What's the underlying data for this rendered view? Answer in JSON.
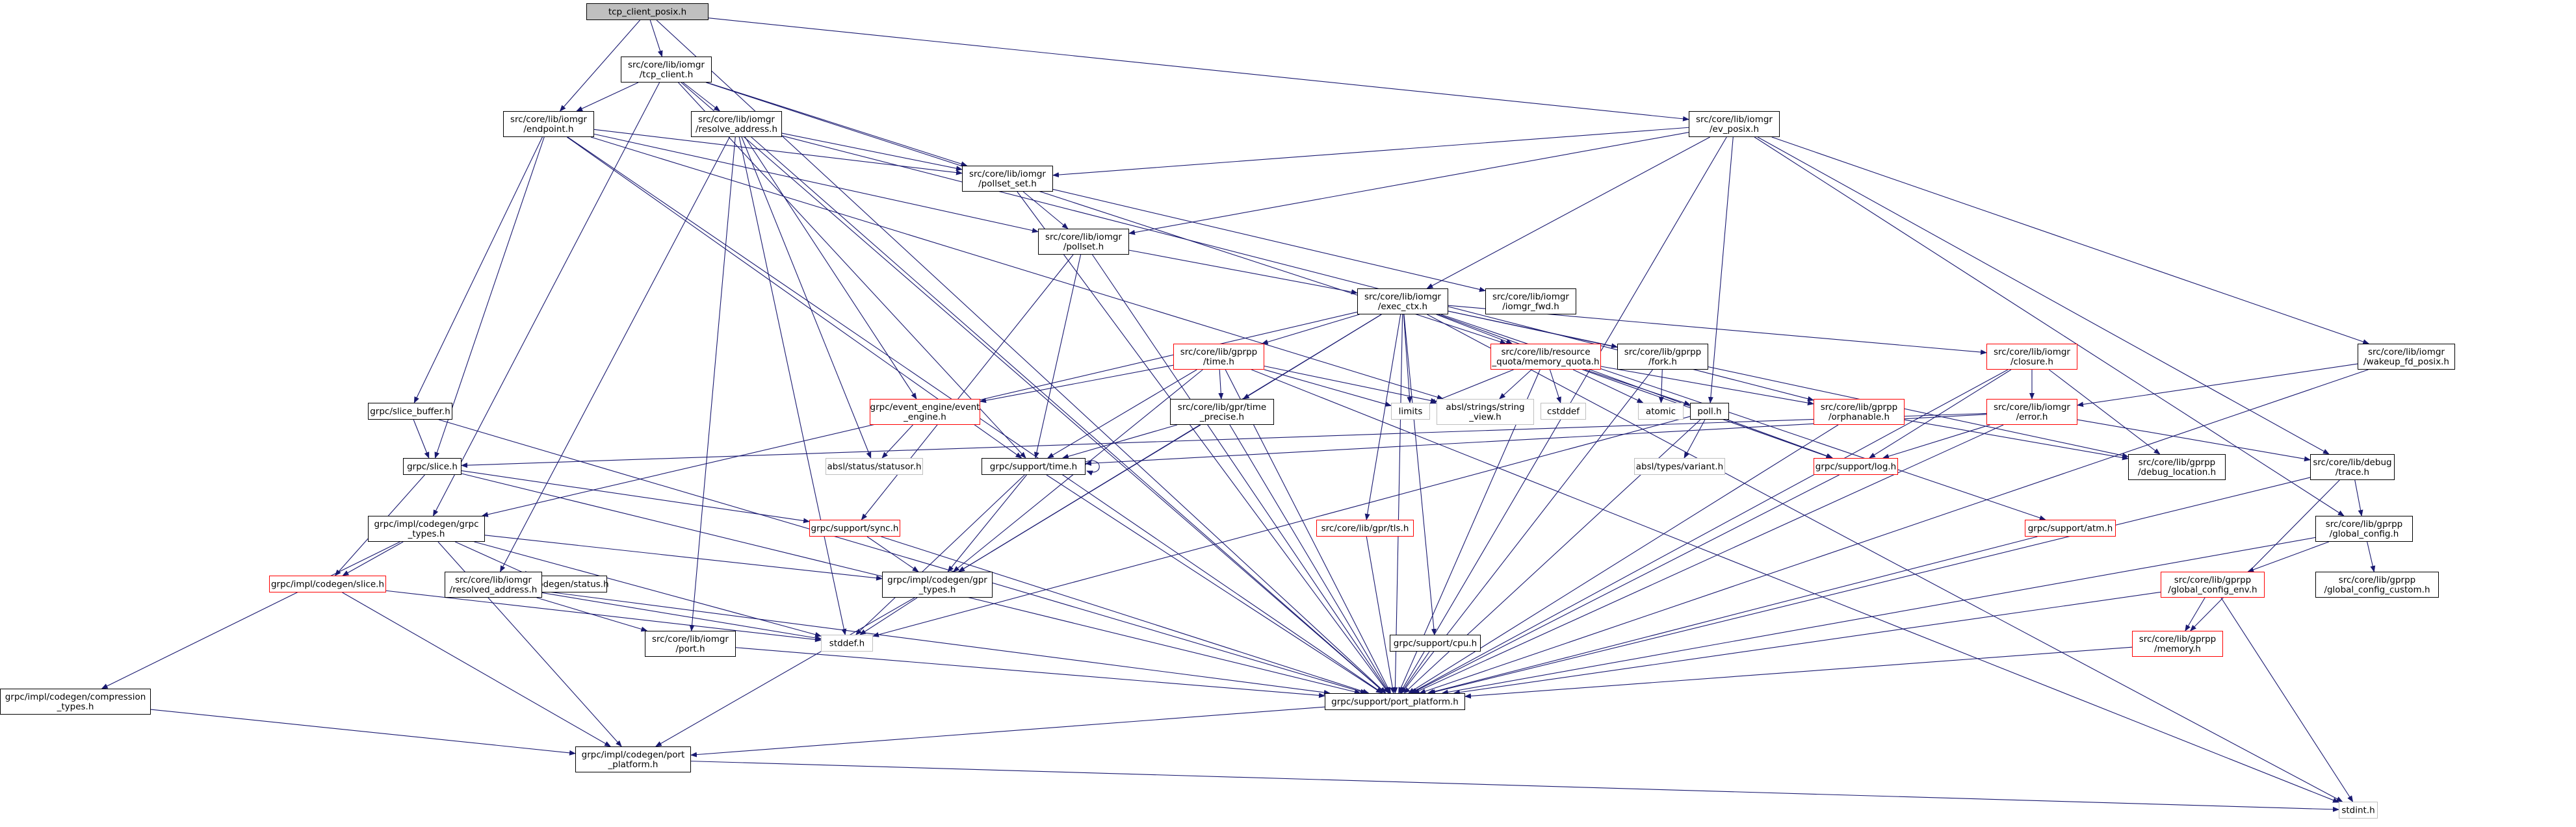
{
  "nodes": [
    {
      "id": "tcp_client_posix",
      "lines": [
        "tcp_client_posix.h"
      ],
      "style": "root"
    },
    {
      "id": "tcp_client",
      "lines": [
        "src/core/lib/iomgr",
        "/tcp_client.h"
      ],
      "style": "normal"
    },
    {
      "id": "endpoint",
      "lines": [
        "src/core/lib/iomgr",
        "/endpoint.h"
      ],
      "style": "normal"
    },
    {
      "id": "resolve_address",
      "lines": [
        "src/core/lib/iomgr",
        "/resolve_address.h"
      ],
      "style": "normal"
    },
    {
      "id": "ev_posix",
      "lines": [
        "src/core/lib/iomgr",
        "/ev_posix.h"
      ],
      "style": "normal"
    },
    {
      "id": "pollset_set",
      "lines": [
        "src/core/lib/iomgr",
        "/pollset_set.h"
      ],
      "style": "normal"
    },
    {
      "id": "pollset",
      "lines": [
        "src/core/lib/iomgr",
        "/pollset.h"
      ],
      "style": "normal"
    },
    {
      "id": "exec_ctx",
      "lines": [
        "src/core/lib/iomgr",
        "/exec_ctx.h"
      ],
      "style": "normal"
    },
    {
      "id": "iomgr_fwd",
      "lines": [
        "src/core/lib/iomgr",
        "/iomgr_fwd.h"
      ],
      "style": "normal"
    },
    {
      "id": "wakeup_fd_posix",
      "lines": [
        "src/core/lib/iomgr",
        "/wakeup_fd_posix.h"
      ],
      "style": "normal"
    },
    {
      "id": "gprpp_time",
      "lines": [
        "src/core/lib/gprpp",
        "/time.h"
      ],
      "style": "red"
    },
    {
      "id": "memory_quota",
      "lines": [
        "src/core/lib/resource",
        "_quota/memory_quota.h"
      ],
      "style": "red"
    },
    {
      "id": "gprpp_fork",
      "lines": [
        "src/core/lib/gprpp",
        "/fork.h"
      ],
      "style": "normal"
    },
    {
      "id": "closure",
      "lines": [
        "src/core/lib/iomgr",
        "/closure.h"
      ],
      "style": "red"
    },
    {
      "id": "event_engine",
      "lines": [
        "grpc/event_engine/event",
        "_engine.h"
      ],
      "style": "red"
    },
    {
      "id": "time_precise",
      "lines": [
        "src/core/lib/gpr/time",
        "_precise.h"
      ],
      "style": "normal"
    },
    {
      "id": "limits",
      "lines": [
        "limits"
      ],
      "style": "gray"
    },
    {
      "id": "string_view",
      "lines": [
        "absl/strings/string",
        "_view.h"
      ],
      "style": "gray"
    },
    {
      "id": "cstddef",
      "lines": [
        "cstddef"
      ],
      "style": "gray"
    },
    {
      "id": "atomic",
      "lines": [
        "atomic"
      ],
      "style": "gray"
    },
    {
      "id": "poll",
      "lines": [
        "poll.h"
      ],
      "style": "normal"
    },
    {
      "id": "orphanable",
      "lines": [
        "src/core/lib/gprpp",
        "/orphanable.h"
      ],
      "style": "red"
    },
    {
      "id": "iomgr_error",
      "lines": [
        "src/core/lib/iomgr",
        "/error.h"
      ],
      "style": "red"
    },
    {
      "id": "slice_buffer",
      "lines": [
        "grpc/slice_buffer.h"
      ],
      "style": "normal"
    },
    {
      "id": "slice",
      "lines": [
        "grpc/slice.h"
      ],
      "style": "normal"
    },
    {
      "id": "statusor",
      "lines": [
        "absl/status/statusor.h"
      ],
      "style": "gray"
    },
    {
      "id": "support_time",
      "lines": [
        "grpc/support/time.h"
      ],
      "style": "normal"
    },
    {
      "id": "variant",
      "lines": [
        "absl/types/variant.h"
      ],
      "style": "gray"
    },
    {
      "id": "support_log",
      "lines": [
        "grpc/support/log.h"
      ],
      "style": "red"
    },
    {
      "id": "debug_location",
      "lines": [
        "src/core/lib/gprpp",
        "/debug_location.h"
      ],
      "style": "normal"
    },
    {
      "id": "debug_trace",
      "lines": [
        "src/core/lib/debug",
        "/trace.h"
      ],
      "style": "normal"
    },
    {
      "id": "grpc_types",
      "lines": [
        "grpc/impl/codegen/grpc",
        "_types.h"
      ],
      "style": "normal"
    },
    {
      "id": "support_sync",
      "lines": [
        "grpc/support/sync.h"
      ],
      "style": "red"
    },
    {
      "id": "gpr_tls",
      "lines": [
        "src/core/lib/gpr/tls.h"
      ],
      "style": "red"
    },
    {
      "id": "support_atm",
      "lines": [
        "grpc/support/atm.h"
      ],
      "style": "red"
    },
    {
      "id": "global_config",
      "lines": [
        "src/core/lib/gprpp",
        "/global_config.h"
      ],
      "style": "normal"
    },
    {
      "id": "codegen_slice",
      "lines": [
        "grpc/impl/codegen/slice.h"
      ],
      "style": "red"
    },
    {
      "id": "codegen_status",
      "lines": [
        "grpc/impl/codegen/status.h"
      ],
      "style": "normal"
    },
    {
      "id": "resolved_address",
      "lines": [
        "src/core/lib/iomgr",
        "/resolved_address.h"
      ],
      "style": "normal"
    },
    {
      "id": "gpr_types",
      "lines": [
        "grpc/impl/codegen/gpr",
        "_types.h"
      ],
      "style": "normal"
    },
    {
      "id": "global_config_env",
      "lines": [
        "src/core/lib/gprpp",
        "/global_config_env.h"
      ],
      "style": "red"
    },
    {
      "id": "global_config_custom",
      "lines": [
        "src/core/lib/gprpp",
        "/global_config_custom.h"
      ],
      "style": "normal"
    },
    {
      "id": "iomgr_port",
      "lines": [
        "src/core/lib/iomgr",
        "/port.h"
      ],
      "style": "normal"
    },
    {
      "id": "stddef",
      "lines": [
        "stddef.h"
      ],
      "style": "gray"
    },
    {
      "id": "support_cpu",
      "lines": [
        "grpc/support/cpu.h"
      ],
      "style": "normal"
    },
    {
      "id": "gprpp_memory",
      "lines": [
        "src/core/lib/gprpp",
        "/memory.h"
      ],
      "style": "red"
    },
    {
      "id": "compression_types",
      "lines": [
        "grpc/impl/codegen/compression",
        "_types.h"
      ],
      "style": "normal"
    },
    {
      "id": "port_platform",
      "lines": [
        "grpc/support/port_platform.h"
      ],
      "style": "normal"
    },
    {
      "id": "codegen_port_platform",
      "lines": [
        "grpc/impl/codegen/port",
        "_platform.h"
      ],
      "style": "normal"
    },
    {
      "id": "stdint",
      "lines": [
        "stdint.h"
      ],
      "style": "gray"
    }
  ],
  "edges": [
    [
      "tcp_client_posix",
      "tcp_client"
    ],
    [
      "tcp_client_posix",
      "endpoint"
    ],
    [
      "tcp_client_posix",
      "ev_posix"
    ],
    [
      "tcp_client_posix",
      "port_platform"
    ],
    [
      "tcp_client",
      "endpoint"
    ],
    [
      "tcp_client",
      "resolve_address"
    ],
    [
      "tcp_client",
      "pollset_set"
    ],
    [
      "tcp_client",
      "port_platform"
    ],
    [
      "tcp_client",
      "support_time"
    ],
    [
      "tcp_client",
      "memory_quota"
    ],
    [
      "tcp_client",
      "grpc_types"
    ],
    [
      "endpoint",
      "slice_buffer"
    ],
    [
      "endpoint",
      "slice"
    ],
    [
      "endpoint",
      "pollset"
    ],
    [
      "endpoint",
      "pollset_set"
    ],
    [
      "endpoint",
      "port_platform"
    ],
    [
      "endpoint",
      "support_time"
    ],
    [
      "endpoint",
      "string_view"
    ],
    [
      "resolve_address",
      "pollset_set"
    ],
    [
      "resolve_address",
      "event_engine"
    ],
    [
      "resolve_address",
      "statusor"
    ],
    [
      "resolve_address",
      "resolved_address"
    ],
    [
      "resolve_address",
      "iomgr_port"
    ],
    [
      "resolve_address",
      "stddef"
    ],
    [
      "resolve_address",
      "port_platform"
    ],
    [
      "resolve_address",
      "orphanable"
    ],
    [
      "ev_posix",
      "pollset_set"
    ],
    [
      "ev_posix",
      "pollset"
    ],
    [
      "ev_posix",
      "exec_ctx"
    ],
    [
      "ev_posix",
      "poll"
    ],
    [
      "ev_posix",
      "wakeup_fd_posix"
    ],
    [
      "ev_posix",
      "debug_trace"
    ],
    [
      "ev_posix",
      "global_config"
    ],
    [
      "ev_posix",
      "port_platform"
    ],
    [
      "pollset_set",
      "pollset"
    ],
    [
      "pollset_set",
      "iomgr_fwd"
    ],
    [
      "pollset_set",
      "port_platform"
    ],
    [
      "pollset",
      "exec_ctx"
    ],
    [
      "pollset",
      "support_sync"
    ],
    [
      "pollset",
      "support_time"
    ],
    [
      "pollset",
      "port_platform"
    ],
    [
      "exec_ctx",
      "gprpp_time"
    ],
    [
      "exec_ctx",
      "memory_quota"
    ],
    [
      "exec_ctx",
      "gprpp_fork"
    ],
    [
      "exec_ctx",
      "closure"
    ],
    [
      "exec_ctx",
      "time_precise"
    ],
    [
      "exec_ctx",
      "limits"
    ],
    [
      "exec_ctx",
      "gpr_tls"
    ],
    [
      "exec_ctx",
      "support_cpu"
    ],
    [
      "exec_ctx",
      "grpc_types"
    ],
    [
      "exec_ctx",
      "support_atm"
    ],
    [
      "exec_ctx",
      "support_log"
    ],
    [
      "exec_ctx",
      "debug_location"
    ],
    [
      "exec_ctx",
      "port_platform"
    ],
    [
      "exec_ctx",
      "gpr_types"
    ],
    [
      "exec_ctx",
      "stdint"
    ],
    [
      "wakeup_fd_posix",
      "iomgr_error"
    ],
    [
      "wakeup_fd_posix",
      "port_platform"
    ],
    [
      "gprpp_time",
      "support_time"
    ],
    [
      "gprpp_time",
      "event_engine"
    ],
    [
      "gprpp_time",
      "limits"
    ],
    [
      "gprpp_time",
      "string_view"
    ],
    [
      "gprpp_time",
      "time_precise"
    ],
    [
      "gprpp_time",
      "gpr_types"
    ],
    [
      "gprpp_time",
      "port_platform"
    ],
    [
      "gprpp_time",
      "stdint"
    ],
    [
      "memory_quota",
      "limits"
    ],
    [
      "memory_quota",
      "string_view"
    ],
    [
      "memory_quota",
      "cstddef"
    ],
    [
      "memory_quota",
      "atomic"
    ],
    [
      "memory_quota",
      "poll"
    ],
    [
      "memory_quota",
      "orphanable"
    ],
    [
      "memory_quota",
      "support_log"
    ],
    [
      "memory_quota",
      "port_platform"
    ],
    [
      "gprpp_fork",
      "atomic"
    ],
    [
      "gprpp_fork",
      "port_platform"
    ],
    [
      "closure",
      "iomgr_error"
    ],
    [
      "closure",
      "support_log"
    ],
    [
      "closure",
      "debug_location"
    ],
    [
      "closure",
      "port_platform"
    ],
    [
      "event_engine",
      "statusor"
    ],
    [
      "time_precise",
      "support_time"
    ],
    [
      "time_precise",
      "gpr_types"
    ],
    [
      "time_precise",
      "port_platform"
    ],
    [
      "poll",
      "variant"
    ],
    [
      "poll",
      "stddef"
    ],
    [
      "poll",
      "port_platform"
    ],
    [
      "orphanable",
      "debug_location"
    ],
    [
      "orphanable",
      "port_platform"
    ],
    [
      "iomgr_error",
      "slice"
    ],
    [
      "iomgr_error",
      "support_time"
    ],
    [
      "iomgr_error",
      "support_log"
    ],
    [
      "iomgr_error",
      "debug_trace"
    ],
    [
      "iomgr_error",
      "port_platform"
    ],
    [
      "slice_buffer",
      "slice"
    ],
    [
      "slice_buffer",
      "port_platform"
    ],
    [
      "slice",
      "support_sync"
    ],
    [
      "slice",
      "codegen_slice"
    ],
    [
      "slice",
      "port_platform"
    ],
    [
      "support_time",
      "support_time"
    ],
    [
      "support_time",
      "gpr_types"
    ],
    [
      "support_time",
      "stddef"
    ],
    [
      "support_time",
      "port_platform"
    ],
    [
      "support_log",
      "port_platform"
    ],
    [
      "debug_trace",
      "global_config"
    ],
    [
      "debug_trace",
      "gprpp_memory"
    ],
    [
      "debug_trace",
      "port_platform"
    ],
    [
      "grpc_types",
      "codegen_slice"
    ],
    [
      "grpc_types",
      "codegen_status"
    ],
    [
      "grpc_types",
      "gpr_types"
    ],
    [
      "grpc_types",
      "compression_types"
    ],
    [
      "grpc_types",
      "stddef"
    ],
    [
      "grpc_types",
      "codegen_port_platform"
    ],
    [
      "support_sync",
      "gpr_types"
    ],
    [
      "support_sync",
      "port_platform"
    ],
    [
      "gpr_tls",
      "port_platform"
    ],
    [
      "support_atm",
      "port_platform"
    ],
    [
      "global_config",
      "global_config_env"
    ],
    [
      "global_config",
      "global_config_custom"
    ],
    [
      "global_config",
      "port_platform"
    ],
    [
      "codegen_slice",
      "stddef"
    ],
    [
      "codegen_slice",
      "codegen_port_platform"
    ],
    [
      "resolved_address",
      "iomgr_port"
    ],
    [
      "resolved_address",
      "stddef"
    ],
    [
      "resolved_address",
      "port_platform"
    ],
    [
      "gpr_types",
      "stddef"
    ],
    [
      "gpr_types",
      "codegen_port_platform"
    ],
    [
      "global_config_env",
      "gprpp_memory"
    ],
    [
      "global_config_env",
      "port_platform"
    ],
    [
      "global_config_env",
      "stdint"
    ],
    [
      "iomgr_port",
      "port_platform"
    ],
    [
      "support_cpu",
      "port_platform"
    ],
    [
      "gprpp_memory",
      "port_platform"
    ],
    [
      "compression_types",
      "codegen_port_platform"
    ],
    [
      "port_platform",
      "codegen_port_platform"
    ],
    [
      "codegen_port_platform",
      "stdint"
    ]
  ],
  "colors": {
    "edge": "#191970",
    "border_normal": "#000000",
    "border_red": "#ff0000",
    "border_gray": "#bfbfbf",
    "root_fill": "#bfbfbf",
    "text": "#000000"
  }
}
